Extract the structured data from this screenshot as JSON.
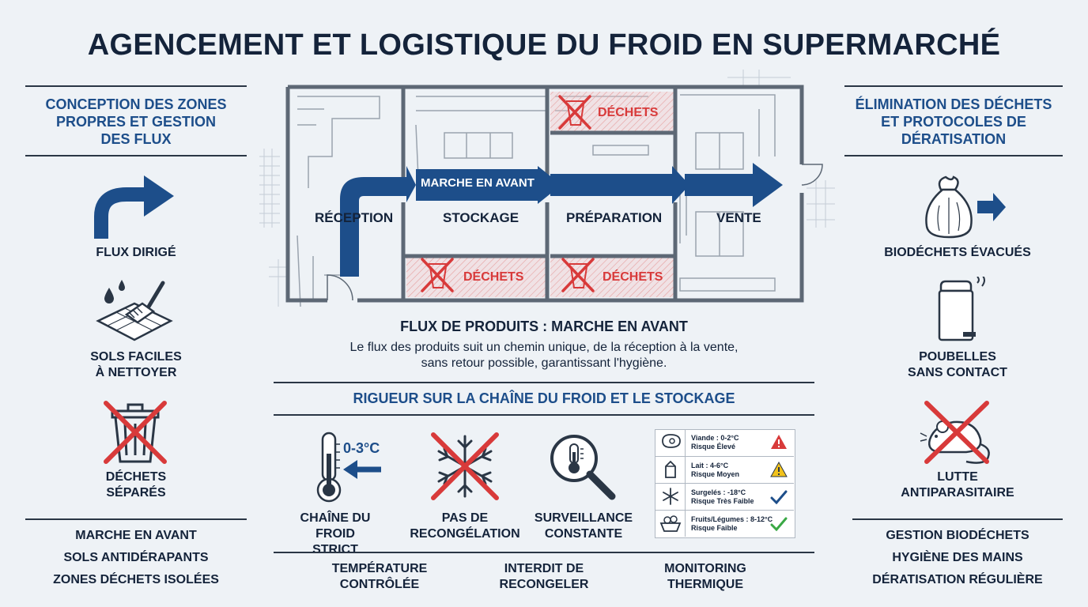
{
  "title": "AGENCEMENT ET LOGISTIQUE DU FROID EN SUPERMARCHÉ",
  "left": {
    "heading": [
      "CONCEPTION DES ZONES",
      "PROPRES ET GESTION",
      "DES FLUX"
    ],
    "icons": [
      {
        "icon": "curved-arrow-icon",
        "label": [
          "FLUX DIRIGÉ"
        ]
      },
      {
        "icon": "floor-cleaning-icon",
        "label": [
          "SOLS FACILES",
          "À NETTOYER"
        ]
      },
      {
        "icon": "crossed-trash-icon",
        "label": [
          "DÉCHETS",
          "SÉPARÉS"
        ]
      }
    ],
    "list": [
      "MARCHE EN AVANT",
      "SOLS ANTIDÉRAPANTS",
      "ZONES DÉCHETS ISOLÉES"
    ]
  },
  "right": {
    "heading": [
      "ÉLIMINATION DES DÉCHETS",
      "ET PROTOCOLES DE",
      "DÉRATISATION"
    ],
    "icons": [
      {
        "icon": "waste-bag-icon",
        "label": [
          "BIODÉCHETS ÉVACUÉS"
        ]
      },
      {
        "icon": "touchless-bin-icon",
        "label": [
          "POUBELLES",
          "SANS CONTACT"
        ]
      },
      {
        "icon": "crossed-rat-icon",
        "label": [
          "LUTTE",
          "ANTIPARASITAIRE"
        ]
      }
    ],
    "list": [
      "GESTION BIODÉCHETS",
      "HYGIÈNE DES MAINS",
      "DÉRATISATION RÉGULIÈRE"
    ]
  },
  "plan": {
    "rooms": [
      "RÉCEPTION",
      "STOCKAGE",
      "PRÉPARATION",
      "VENTE"
    ],
    "flow_label": "MARCHE EN AVANT",
    "waste_label": "DÉCHETS",
    "colors": {
      "flow": "#1d4e8a",
      "waste": "#d83a3a",
      "wall": "#5d6875"
    }
  },
  "flux": {
    "title": "FLUX DE PRODUITS : MARCHE EN AVANT",
    "description": [
      "Le flux des produits suit un chemin unique, de la réception à la vente,",
      "sans retour possible, garantissant l'hygiène."
    ]
  },
  "rigueur": {
    "title": "RIGUEUR SUR LA CHAÎNE DU FROID ET LE STOCKAGE",
    "temp_range": "0-3°C",
    "icons": [
      {
        "icon": "thermometer-icon",
        "label": [
          "CHAÎNE DU FROID",
          "STRICT"
        ]
      },
      {
        "icon": "crossed-snowflake-icon",
        "label": [
          "PAS DE",
          "RECONGÉLATION"
        ]
      },
      {
        "icon": "magnifier-thermometer-icon",
        "label": [
          "SURVEILLANCE",
          "CONSTANTE"
        ]
      }
    ],
    "table": [
      {
        "icon": "meat-icon",
        "lines": [
          "Viande : 0-2°C",
          "Risque Élevé"
        ],
        "status": "warning-red-icon"
      },
      {
        "icon": "milk-icon",
        "lines": [
          "Lait : 4-6°C",
          "Risque Moyen"
        ],
        "status": "warning-yellow-icon"
      },
      {
        "icon": "snowflake-icon",
        "lines": [
          "Surgelés : -18°C",
          "Risque Très Faible"
        ],
        "status": "check-blue-icon"
      },
      {
        "icon": "vegetables-icon",
        "lines": [
          "Fruits/Légumes : 8-12°C",
          "Risque Faible"
        ],
        "status": "check-green-icon"
      }
    ],
    "captions": [
      [
        "TEMPÉRATURE",
        "CONTRÔLÉE"
      ],
      [
        "INTERDIT DE",
        "RECONGELER"
      ],
      [
        "MONITORING",
        "THERMIQUE"
      ]
    ]
  }
}
